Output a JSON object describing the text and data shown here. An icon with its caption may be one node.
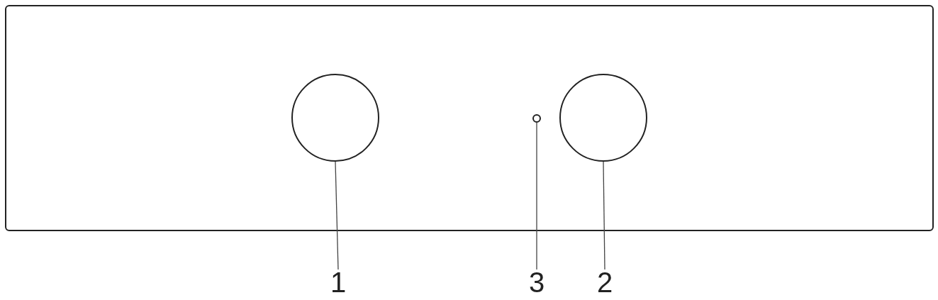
{
  "diagram": {
    "nodes": [
      {
        "text": [
          "1"
        ]
      },
      {
        "text": [
          "3"
        ]
      },
      {
        "text": [
          "2"
        ]
      },
      {
        "text": [],
        "shape": "circle"
      },
      {
        "text": [],
        "shape": "circle"
      },
      {
        "text": [],
        "shape": "circle"
      }
    ],
    "edges": [
      {
        "from": 0,
        "to": 3,
        "arrow": "none"
      },
      {
        "from": 1,
        "to": 4,
        "arrow": "none"
      },
      {
        "from": 2,
        "to": 5,
        "arrow": "none"
      }
    ]
  }
}
